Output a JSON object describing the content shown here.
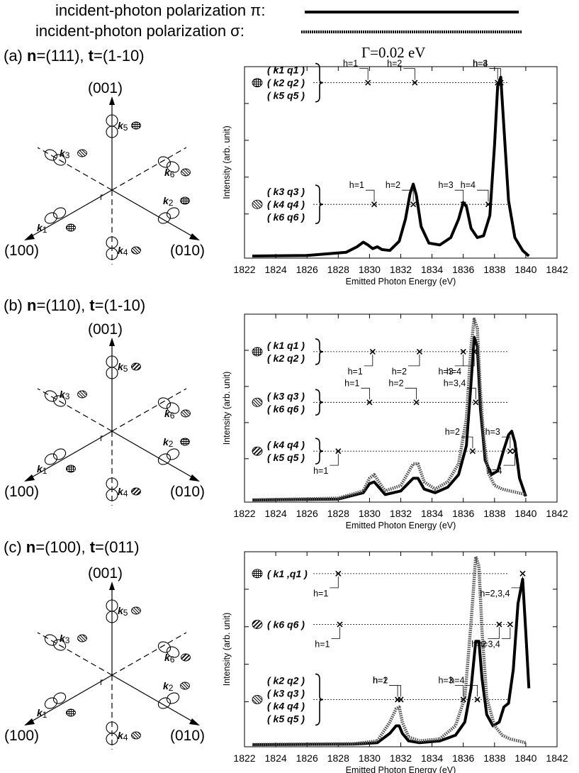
{
  "legend": {
    "pi_label": "incident-photon polarization π:",
    "sigma_label": "incident-photon polarization σ:"
  },
  "gamma": "Γ=0.02 eV",
  "panels": [
    {
      "id": "a",
      "tag": "(a)",
      "n": "(111)",
      "t": "(1-10)"
    },
    {
      "id": "b",
      "tag": "(b)",
      "n": "(110)",
      "t": "(1-10)"
    },
    {
      "id": "c",
      "tag": "(c)",
      "n": "(100)",
      "t": "(011)"
    }
  ],
  "diagram": {
    "axis_top": "(001)",
    "axis_left": "(100)",
    "axis_right": "(010)",
    "gamma": "Γ",
    "k_labels": [
      "k1",
      "k2",
      "k3",
      "k4",
      "k5",
      "k6"
    ]
  },
  "chart_data": [
    {
      "type": "line",
      "xlabel": "Emitted Photon Energy (eV)",
      "ylabel": "Intensity (arb. unit)",
      "xlim": [
        1822,
        1842
      ],
      "xticks": [
        1822,
        1824,
        1826,
        1828,
        1830,
        1832,
        1834,
        1836,
        1838,
        1840,
        1842
      ],
      "series": [
        {
          "pol": "pi",
          "x": [
            1822.5,
            1826,
            1828.5,
            1829.2,
            1829.6,
            1829.9,
            1830.2,
            1830.5,
            1830.8,
            1831.3,
            1831.9,
            1832.3,
            1832.6,
            1832.8,
            1833.0,
            1833.3,
            1833.8,
            1834.5,
            1835.2,
            1835.7,
            1836.0,
            1836.2,
            1836.5,
            1836.9,
            1837.3,
            1837.7,
            1838.0,
            1838.2,
            1838.4,
            1838.6,
            1838.9,
            1839.3,
            1839.8,
            1840.2
          ],
          "y": [
            0.0,
            0.003,
            0.02,
            0.05,
            0.075,
            0.06,
            0.04,
            0.05,
            0.035,
            0.03,
            0.08,
            0.2,
            0.34,
            0.39,
            0.33,
            0.16,
            0.07,
            0.06,
            0.1,
            0.2,
            0.29,
            0.27,
            0.15,
            0.1,
            0.11,
            0.22,
            0.6,
            0.92,
            0.97,
            0.7,
            0.3,
            0.1,
            0.03,
            0.0
          ]
        }
      ],
      "groups": [
        {
          "icon": "cross",
          "lines": [
            "( k1 q1 )",
            "( k2 q2 )",
            "( k5 q5 )"
          ],
          "y": 0.94,
          "marks": [
            {
              "x": 1829.9,
              "h": "h=1"
            },
            {
              "x": 1832.9,
              "h": "h=2"
            },
            {
              "x": 1838.2,
              "h": "h=3"
            },
            {
              "x": 1838.4,
              "h": "h=4"
            }
          ]
        },
        {
          "icon": "diag",
          "lines": [
            "( k3 q3 )",
            "( k4 q4 )",
            "( k6 q6 )"
          ],
          "y": 0.28,
          "marks": [
            {
              "x": 1830.3,
              "h": "h=1"
            },
            {
              "x": 1832.8,
              "h": "h=2"
            },
            {
              "x": 1836.0,
              "h": "h=3"
            },
            {
              "x": 1837.6,
              "h": "h=4"
            }
          ]
        }
      ]
    },
    {
      "type": "line",
      "xlabel": "Emitted Photon Energy (eV)",
      "ylabel": "Intensity (arb. unit)",
      "xlim": [
        1822,
        1842
      ],
      "xticks": [
        1822,
        1824,
        1826,
        1828,
        1830,
        1832,
        1834,
        1836,
        1838,
        1840,
        1842
      ],
      "series": [
        {
          "pol": "pi",
          "x": [
            1822.5,
            1828,
            1829.6,
            1830.0,
            1830.3,
            1830.6,
            1831.0,
            1832.0,
            1832.8,
            1833.1,
            1833.5,
            1834.2,
            1835.0,
            1835.7,
            1836.2,
            1836.5,
            1836.7,
            1836.9,
            1837.1,
            1837.4,
            1837.8,
            1838.2,
            1838.6,
            1838.9,
            1839.1,
            1839.3,
            1839.6,
            1840.0
          ],
          "y": [
            0.0,
            0.005,
            0.04,
            0.09,
            0.1,
            0.07,
            0.03,
            0.05,
            0.12,
            0.12,
            0.06,
            0.04,
            0.07,
            0.14,
            0.3,
            0.65,
            0.9,
            0.85,
            0.5,
            0.22,
            0.14,
            0.16,
            0.28,
            0.36,
            0.38,
            0.32,
            0.12,
            0.02
          ]
        },
        {
          "pol": "sigma",
          "x": [
            1822.5,
            1828,
            1829.6,
            1830.0,
            1830.3,
            1830.6,
            1831.0,
            1832.0,
            1832.8,
            1833.1,
            1833.5,
            1834.2,
            1835.0,
            1835.7,
            1836.2,
            1836.5,
            1836.7,
            1836.9,
            1837.1,
            1837.3,
            1837.6,
            1838.0,
            1838.5,
            1839.0,
            1839.5,
            1840.0
          ],
          "y": [
            0.0,
            0.01,
            0.05,
            0.12,
            0.14,
            0.1,
            0.05,
            0.08,
            0.2,
            0.2,
            0.1,
            0.06,
            0.1,
            0.2,
            0.45,
            0.85,
            1.0,
            0.95,
            0.6,
            0.35,
            0.15,
            0.08,
            0.06,
            0.05,
            0.04,
            0.03
          ]
        }
      ],
      "groups": [
        {
          "icon": "cross",
          "lines": [
            "( k1 q1 )",
            "( k2 q2 )"
          ],
          "y": 0.82,
          "marks": [
            {
              "x": 1830.2,
              "h": "h=1"
            },
            {
              "x": 1833.2,
              "h": "h=2"
            },
            {
              "x": 1836.0,
              "h": "h=3"
            },
            {
              "x": 1836.7,
              "h": "h=4"
            }
          ]
        },
        {
          "icon": "diag",
          "lines": [
            "( k3 q3 )",
            "( k6 q6 )"
          ],
          "y": 0.54,
          "marks": [
            {
              "x": 1830.0,
              "h": "h=1"
            },
            {
              "x": 1833.0,
              "h": "h=2"
            },
            {
              "x": 1836.8,
              "h": "h=3,4"
            }
          ]
        },
        {
          "icon": "slash",
          "lines": [
            "( k4 q4 )",
            "( k5 q5 )"
          ],
          "y": 0.27,
          "marks": [
            {
              "x": 1828.0,
              "h": "h=1"
            },
            {
              "x": 1836.6,
              "h": "h=2"
            },
            {
              "x": 1839.0,
              "h": "h=3"
            },
            {
              "x": 1839.3,
              "h": "h=4"
            }
          ]
        }
      ]
    },
    {
      "type": "line",
      "xlabel": "Emitted Photon Energy (eV)",
      "ylabel": "Intensity (arb. unit)",
      "xlim": [
        1822,
        1842
      ],
      "xticks": [
        1822,
        1824,
        1826,
        1828,
        1830,
        1832,
        1834,
        1836,
        1838,
        1840,
        1842
      ],
      "series": [
        {
          "pol": "pi",
          "x": [
            1822.5,
            1829,
            1830.5,
            1831.3,
            1831.7,
            1831.9,
            1832.1,
            1832.5,
            1833.2,
            1834.5,
            1835.5,
            1836.1,
            1836.5,
            1836.8,
            1837.0,
            1837.2,
            1837.5,
            1837.9,
            1838.3,
            1838.6,
            1838.9,
            1839.2,
            1839.5,
            1839.8,
            1840.0,
            1840.2
          ],
          "y": [
            0.0,
            0.003,
            0.01,
            0.06,
            0.1,
            0.1,
            0.06,
            0.02,
            0.01,
            0.02,
            0.05,
            0.12,
            0.3,
            0.55,
            0.55,
            0.35,
            0.16,
            0.1,
            0.12,
            0.2,
            0.22,
            0.4,
            0.75,
            0.88,
            0.6,
            0.3
          ]
        },
        {
          "pol": "sigma",
          "x": [
            1822.5,
            1829,
            1830.5,
            1831.3,
            1831.7,
            1831.9,
            1832.1,
            1832.5,
            1833.2,
            1834.5,
            1835.5,
            1836.1,
            1836.5,
            1836.8,
            1837.0,
            1837.2,
            1837.5,
            1838.0,
            1838.5,
            1839.0,
            1839.5,
            1840.0
          ],
          "y": [
            0.0,
            0.005,
            0.02,
            0.12,
            0.19,
            0.2,
            0.12,
            0.04,
            0.02,
            0.03,
            0.1,
            0.25,
            0.65,
            1.0,
            0.95,
            0.6,
            0.25,
            0.1,
            0.05,
            0.03,
            0.02,
            0.01
          ]
        }
      ],
      "groups": [
        {
          "icon": "cross",
          "lines": [
            "( k1 ,q1 )"
          ],
          "y": 0.91,
          "marks": [
            {
              "x": 1828.0,
              "h": "h=1"
            },
            {
              "x": 1839.8,
              "h": "h=2,3,4"
            }
          ]
        },
        {
          "icon": "slash",
          "lines": [
            "( k6 q6 )"
          ],
          "y": 0.64,
          "marks": [
            {
              "x": 1828.1,
              "h": "h=1"
            },
            {
              "x": 1838.3,
              "h": "h=2"
            },
            {
              "x": 1839.0,
              "h": "h=3,4"
            }
          ]
        },
        {
          "icon": "diag",
          "lines": [
            "( k2 q2 )",
            "( k3 q3 )",
            "( k4 q4 )",
            "( k5 q5 )"
          ],
          "y": 0.24,
          "marks": [
            {
              "x": 1831.8,
              "h": "h=1"
            },
            {
              "x": 1832.0,
              "h": "h=2"
            },
            {
              "x": 1836.0,
              "h": "h=3"
            },
            {
              "x": 1836.9,
              "h": "h=4"
            }
          ]
        }
      ]
    }
  ]
}
